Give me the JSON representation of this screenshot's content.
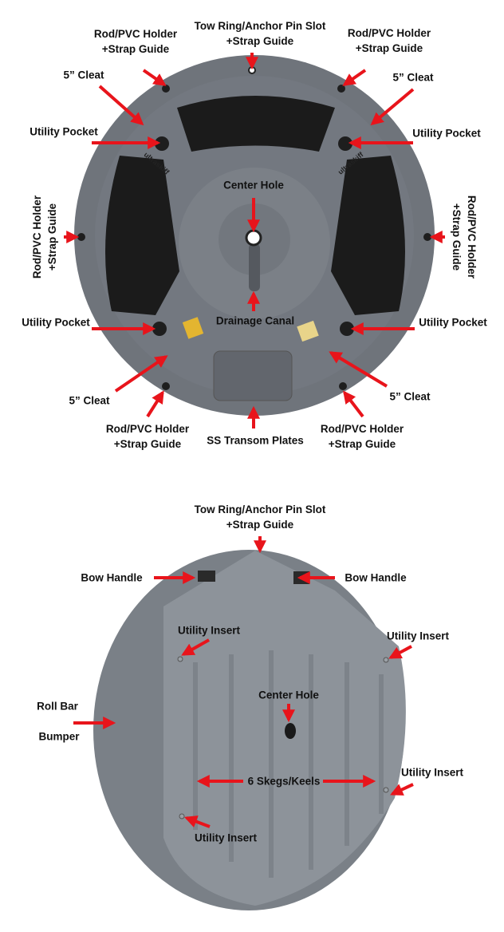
{
  "colors": {
    "arrow": "#e8141b",
    "hull": "#6f747b",
    "hull_light": "#8e949b",
    "panel": "#1b1b1b"
  },
  "top_view": {
    "tow_ring": [
      "Tow Ring/Anchor Pin Slot",
      "+Strap Guide"
    ],
    "rod_holder_top_left": [
      "Rod/PVC Holder",
      "+Strap Guide"
    ],
    "rod_holder_top_right": [
      "Rod/PVC Holder",
      "+Strap Guide"
    ],
    "cleat_top_left": "5” Cleat",
    "cleat_top_right": "5” Cleat",
    "utility_pocket_top_left": "Utility Pocket",
    "utility_pocket_top_right": "Utility Pocket",
    "center_hole": "Center Hole",
    "rod_holder_left": [
      "Rod/PVC Holder",
      "+Strap Guide"
    ],
    "rod_holder_right": [
      "Rod/PVC Holder",
      "+Strap Guide"
    ],
    "drainage_canal": "Drainage Canal",
    "utility_pocket_bottom_left": "Utility Pocket",
    "utility_pocket_bottom_right": "Utility Pocket",
    "cleat_bottom_left": "5” Cleat",
    "cleat_bottom_right": "5” Cleat",
    "rod_holder_bottom_left": [
      "Rod/PVC Holder",
      "+Strap Guide"
    ],
    "rod_holder_bottom_right": [
      "Rod/PVC Holder",
      "+Strap Guide"
    ],
    "transom_plates": "SS Transom Plates",
    "brand_mark": "ultraskiff"
  },
  "bottom_view": {
    "tow_ring": [
      "Tow Ring/Anchor Pin Slot",
      "+Strap Guide"
    ],
    "bow_handle_left": "Bow Handle",
    "bow_handle_right": "Bow Handle",
    "utility_insert_top_left": "Utility Insert",
    "utility_insert_top_right": "Utility Insert",
    "roll_bar": "Roll Bar",
    "bumper": "Bumper",
    "center_hole": "Center Hole",
    "skegs": "6 Skegs/Keels",
    "utility_insert_bottom_right": "Utility Insert",
    "utility_insert_bottom_left": "Utility Insert"
  }
}
